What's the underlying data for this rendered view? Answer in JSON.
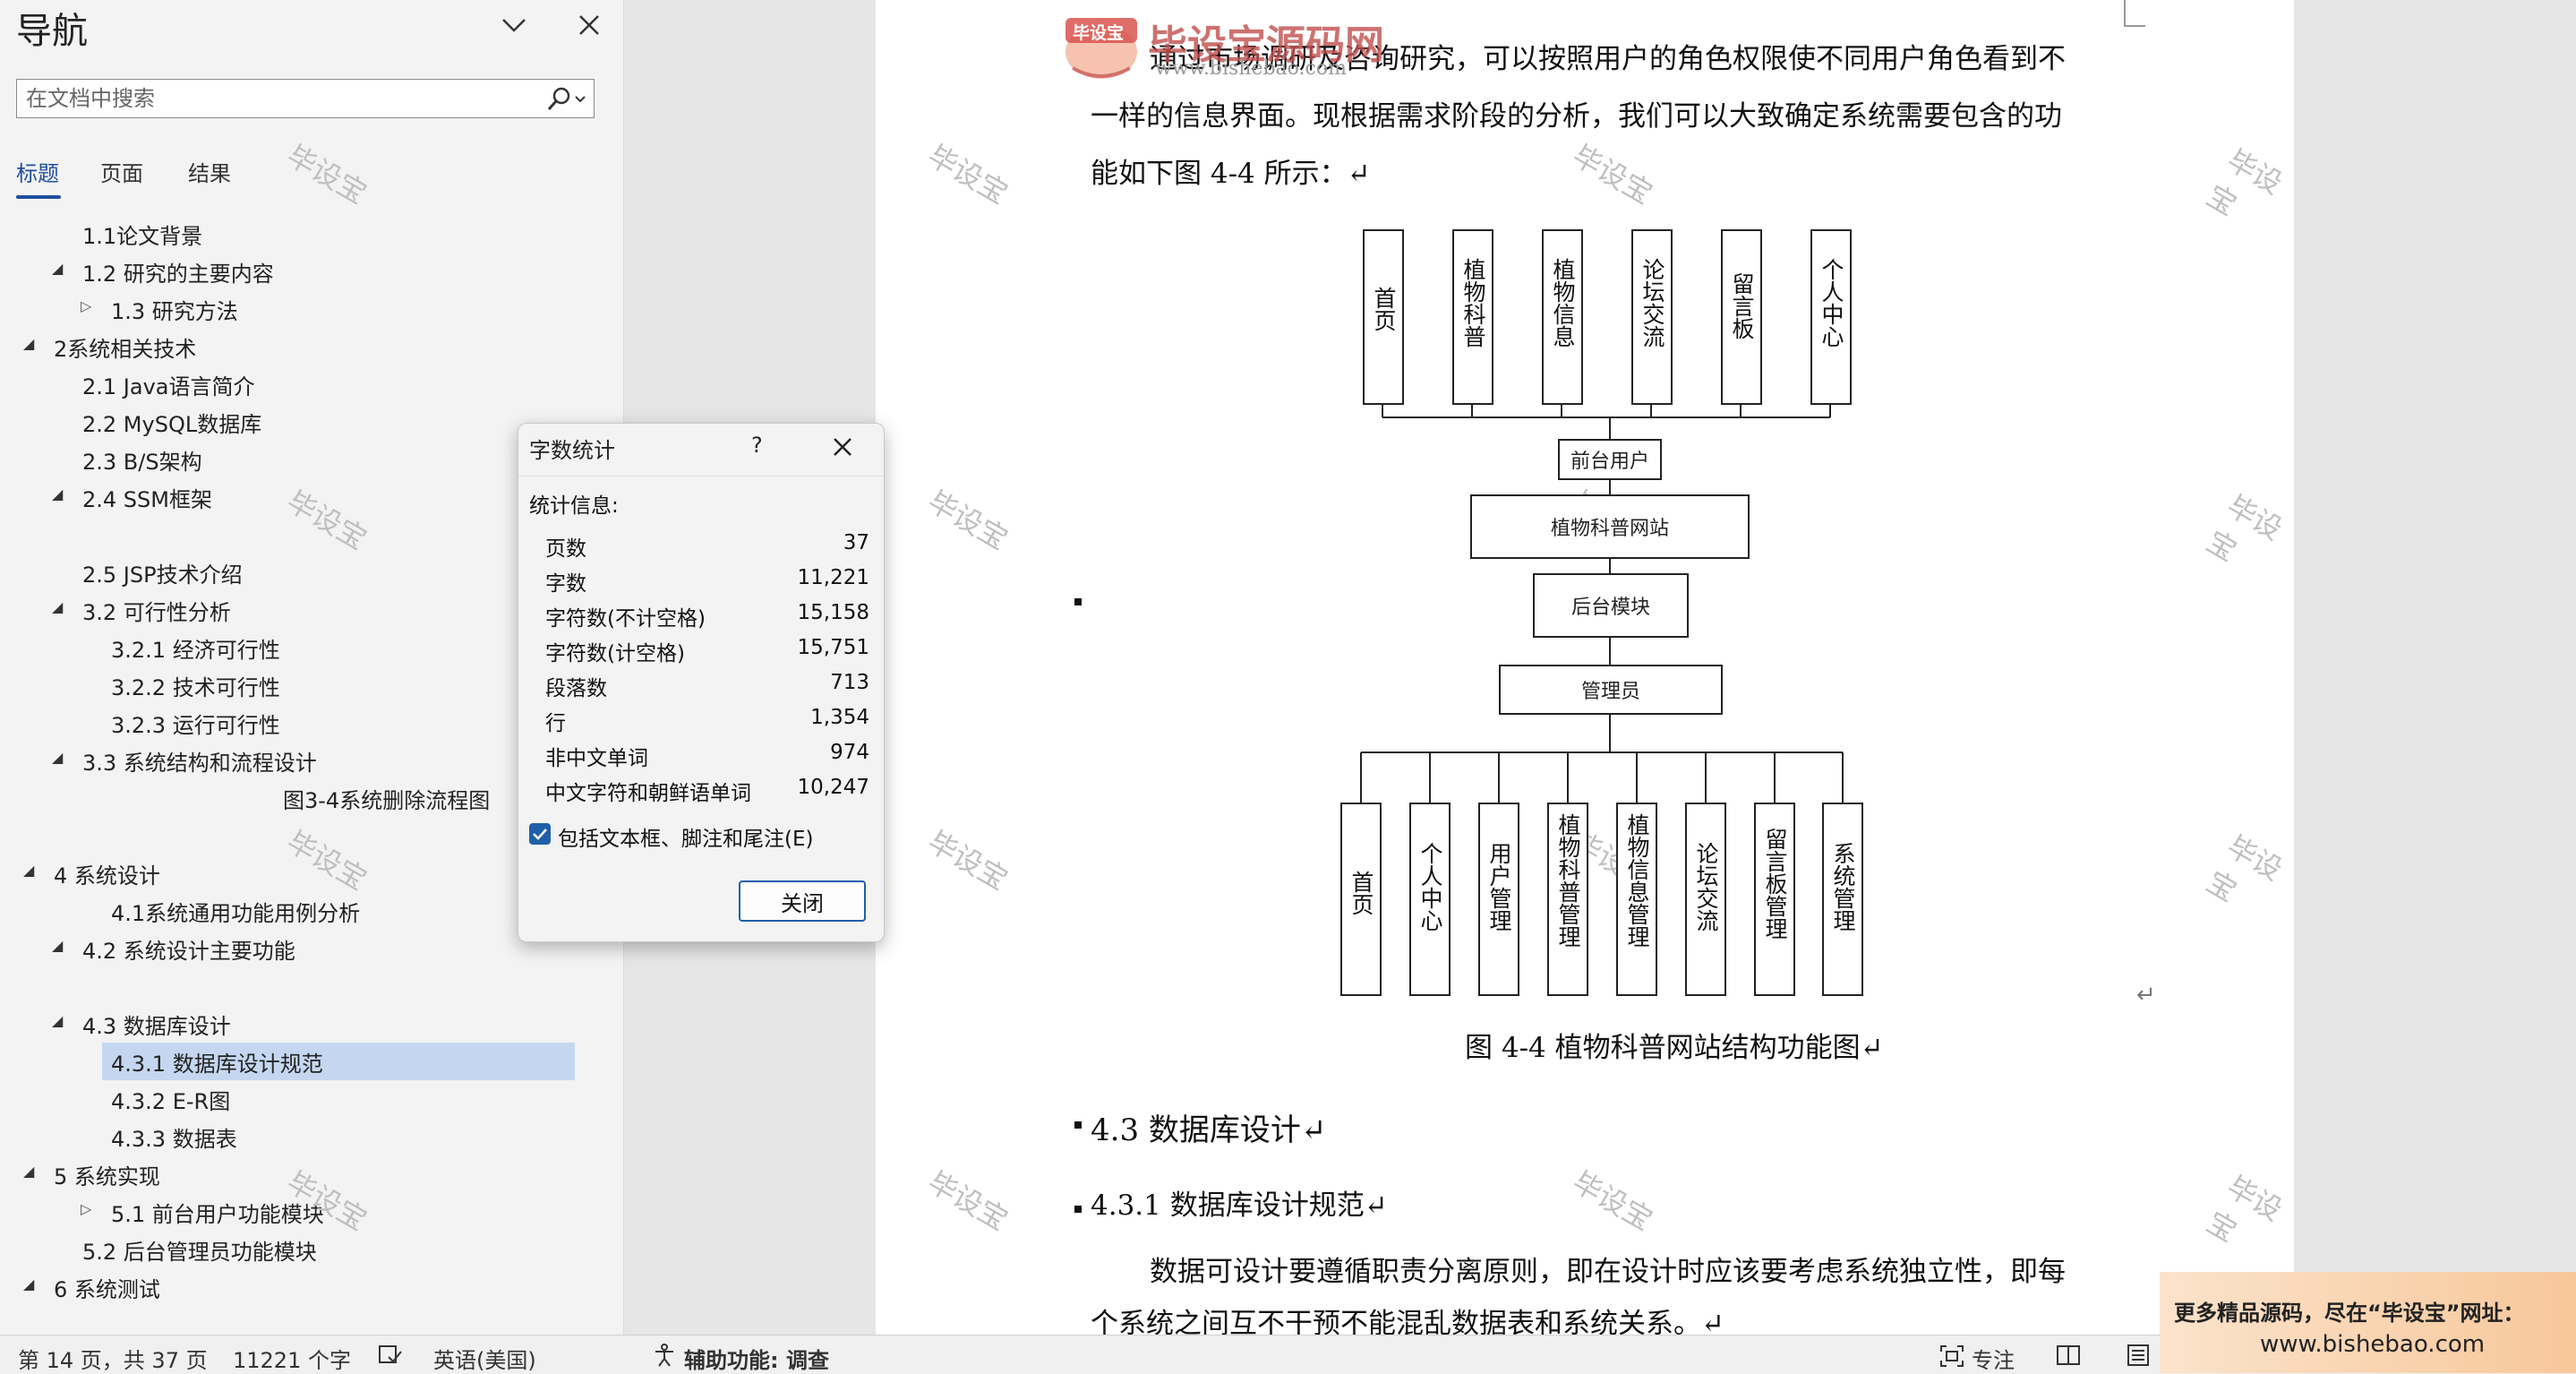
{
  "nav": {
    "title": "导航",
    "search_placeholder": "在文档中搜索",
    "tabs": [
      "标题",
      "页面",
      "结果"
    ],
    "items": [
      {
        "label": "1.1论文背景"
      },
      {
        "label": "1.2 研究的主要内容"
      },
      {
        "label": "1.3 研究方法"
      },
      {
        "label": "2系统相关技术"
      },
      {
        "label": "2.1 Java语言简介"
      },
      {
        "label": "2.2  MySQL数据库"
      },
      {
        "label": "2.3 B/S架构"
      },
      {
        "label": "2.4 SSM框架"
      },
      {
        "label": "2.5 JSP技术介绍"
      },
      {
        "label": "3.2 可行性分析"
      },
      {
        "label": "3.2.1 经济可行性"
      },
      {
        "label": "3.2.2 技术可行性"
      },
      {
        "label": "3.2.3 运行可行性"
      },
      {
        "label": "3.3 系统结构和流程设计"
      },
      {
        "label": "图3-4系统删除流程图"
      },
      {
        "label": "4 系统设计"
      },
      {
        "label": "4.1系统通用功能用例分析"
      },
      {
        "label": "4.2 系统设计主要功能"
      },
      {
        "label": "4.3 数据库设计"
      },
      {
        "label": "4.3.1 数据库设计规范",
        "selected": true
      },
      {
        "label": "4.3.2 E-R图"
      },
      {
        "label": "4.3.3 数据表"
      },
      {
        "label": "5 系统实现"
      },
      {
        "label": "5.1 前台用户功能模块"
      },
      {
        "label": "5.2 后台管理员功能模块"
      },
      {
        "label": "6 系统测试"
      }
    ]
  },
  "dialog": {
    "title": "字数统计",
    "help": "?",
    "section": "统计信息:",
    "stats": [
      {
        "label": "页数",
        "value": "37"
      },
      {
        "label": "字数",
        "value": "11,221"
      },
      {
        "label": "字符数(不计空格)",
        "value": "15,158"
      },
      {
        "label": "字符数(计空格)",
        "value": "15,751"
      },
      {
        "label": "段落数",
        "value": "713"
      },
      {
        "label": "行",
        "value": "1,354"
      },
      {
        "label": "非中文单词",
        "value": "974"
      },
      {
        "label": "中文字符和朝鲜语单词",
        "value": "10,247"
      }
    ],
    "checkbox_label": "包括文本框、脚注和尾注(E)",
    "checkbox_checked": true,
    "close_label": "关闭"
  },
  "doc": {
    "para1_line1": "通过市场调研及咨询研究，可以按照用户的角色权限使不同用户角色看到不",
    "para1_line2": "一样的信息界面。现根据需求阶段的分析，我们可以大致确定系统需要包含的功",
    "para1_line3": "能如下图 4-4 所示：↵",
    "top_modules": [
      "首页",
      "植物科普",
      "植物信息",
      "论坛交流",
      "留言板",
      "个人中心"
    ],
    "frontend_user": "前台用户",
    "site_name": "植物科普网站",
    "backend": "后台模块",
    "admin": "管理员",
    "admin_modules": [
      "首页",
      "个人中心",
      "用户管理",
      "植物科普管理",
      "植物信息管理",
      "论坛交流",
      "留言板管理",
      "系统管理"
    ],
    "caption": "图 4-4 植物科普网站结构功能图↵",
    "h2": "4.3  数据库设计↵",
    "h3": "4.3.1  数据库设计规范↵",
    "para2_line1": "数据可设计要遵循职责分离原则，即在设计时应该要考虑系统独立性，即每",
    "para2_line2": "个系统之间互不干预不能混乱数据表和系统关系。↵",
    "return_mark": "↵",
    "watermark": "毕设宝"
  },
  "logo": {
    "badge": "毕设宝",
    "name": "毕设宝源码网",
    "url": "www.bishebao.com"
  },
  "status": {
    "page": "第 14 页，共 37 页",
    "words": "11221 个字",
    "language": "英语(美国)",
    "accessibility": "辅助功能: 调查",
    "focus": "专注"
  },
  "ad": {
    "line1": "更多精品源码，尽在“毕设宝”网址：",
    "line2": "www.bishebao.com"
  }
}
